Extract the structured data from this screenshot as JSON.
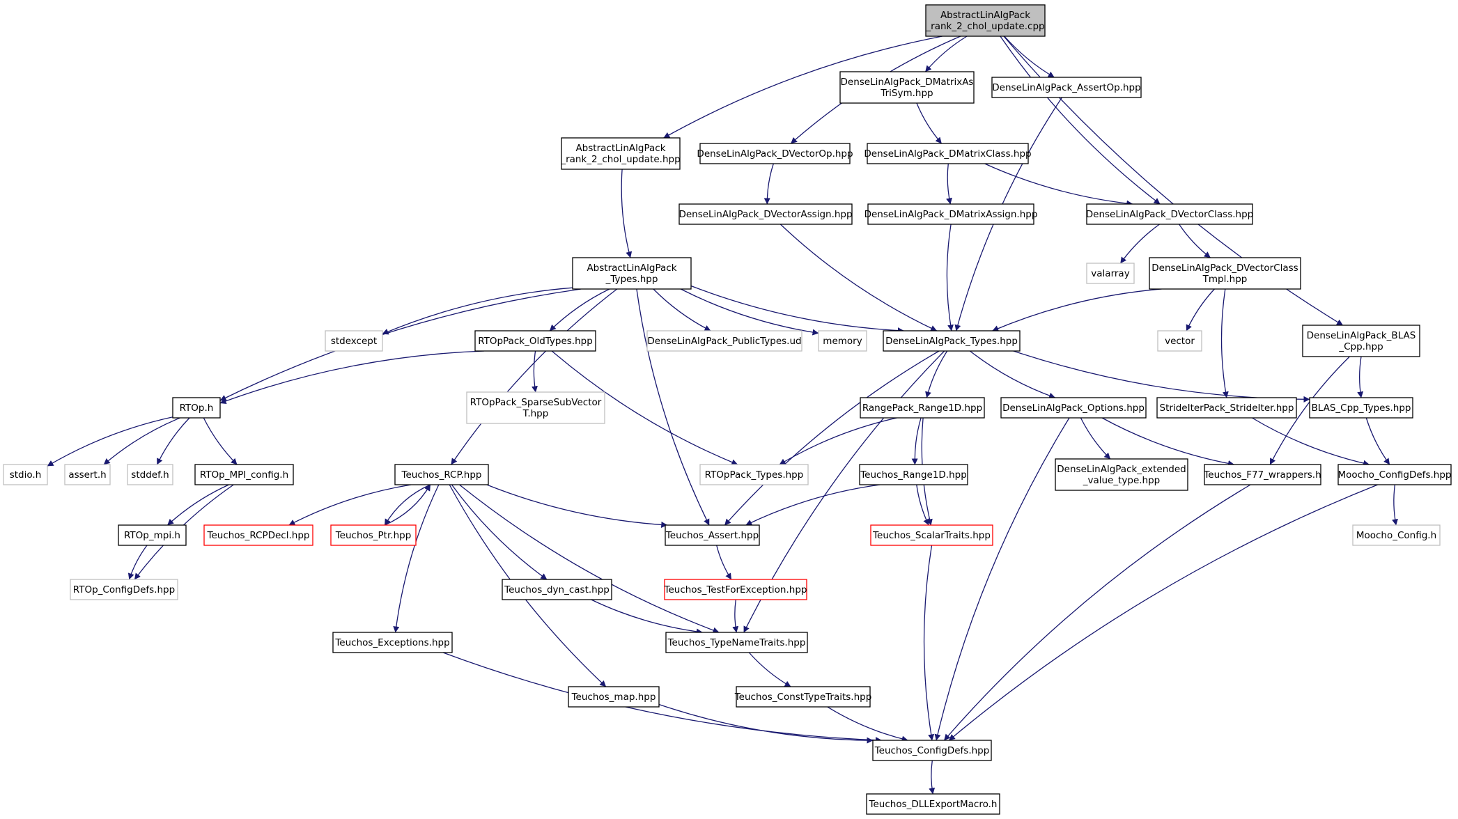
{
  "nodes": [
    {
      "id": "root",
      "lines": [
        "AbstractLinAlgPack",
        "_rank_2_chol_update.cpp"
      ],
      "style": "root"
    },
    {
      "id": "dmatrixastrisym",
      "lines": [
        "DenseLinAlgPack_DMatrixAs",
        "TriSym.hpp"
      ],
      "style": "normal"
    },
    {
      "id": "assertop",
      "lines": [
        "DenseLinAlgPack_AssertOp.hpp"
      ],
      "style": "normal"
    },
    {
      "id": "alap_r2cu_hpp",
      "lines": [
        "AbstractLinAlgPack",
        "_rank_2_chol_update.hpp"
      ],
      "style": "normal"
    },
    {
      "id": "dvectorop",
      "lines": [
        "DenseLinAlgPack_DVectorOp.hpp"
      ],
      "style": "normal"
    },
    {
      "id": "dmatrixclass",
      "lines": [
        "DenseLinAlgPack_DMatrixClass.hpp"
      ],
      "style": "normal"
    },
    {
      "id": "dvectorassign",
      "lines": [
        "DenseLinAlgPack_DVectorAssign.hpp"
      ],
      "style": "normal"
    },
    {
      "id": "dmatrixassign",
      "lines": [
        "DenseLinAlgPack_DMatrixAssign.hpp"
      ],
      "style": "normal"
    },
    {
      "id": "dvectorclass",
      "lines": [
        "DenseLinAlgPack_DVectorClass.hpp"
      ],
      "style": "normal"
    },
    {
      "id": "valarray",
      "lines": [
        "valarray"
      ],
      "style": "external"
    },
    {
      "id": "dvectorclasstmpl",
      "lines": [
        "DenseLinAlgPack_DVectorClass",
        "Tmpl.hpp"
      ],
      "style": "normal"
    },
    {
      "id": "alap_types",
      "lines": [
        "AbstractLinAlgPack",
        "_Types.hpp"
      ],
      "style": "normal"
    },
    {
      "id": "stdexcept",
      "lines": [
        "stdexcept"
      ],
      "style": "external"
    },
    {
      "id": "rtoppack_oldtypes",
      "lines": [
        "RTOpPack_OldTypes.hpp"
      ],
      "style": "normal"
    },
    {
      "id": "dlap_publictypes",
      "lines": [
        "DenseLinAlgPack_PublicTypes.ud"
      ],
      "style": "external"
    },
    {
      "id": "memory",
      "lines": [
        "memory"
      ],
      "style": "external"
    },
    {
      "id": "dlap_types",
      "lines": [
        "DenseLinAlgPack_Types.hpp"
      ],
      "style": "normal"
    },
    {
      "id": "vector",
      "lines": [
        "vector"
      ],
      "style": "external"
    },
    {
      "id": "blas_cpp",
      "lines": [
        "DenseLinAlgPack_BLAS",
        "_Cpp.hpp"
      ],
      "style": "normal"
    },
    {
      "id": "rtop_h",
      "lines": [
        "RTOp.h"
      ],
      "style": "normal"
    },
    {
      "id": "rtoppack_sparse",
      "lines": [
        "RTOpPack_SparseSubVector",
        "T.hpp"
      ],
      "style": "external"
    },
    {
      "id": "rangepack_range1d",
      "lines": [
        "RangePack_Range1D.hpp"
      ],
      "style": "normal"
    },
    {
      "id": "dlap_options",
      "lines": [
        "DenseLinAlgPack_Options.hpp"
      ],
      "style": "normal"
    },
    {
      "id": "strideiter",
      "lines": [
        "StrideIterPack_StrideIter.hpp"
      ],
      "style": "normal"
    },
    {
      "id": "blas_cpp_types",
      "lines": [
        "BLAS_Cpp_Types.hpp"
      ],
      "style": "normal"
    },
    {
      "id": "stdio",
      "lines": [
        "stdio.h"
      ],
      "style": "external"
    },
    {
      "id": "assert_h",
      "lines": [
        "assert.h"
      ],
      "style": "external"
    },
    {
      "id": "stddef",
      "lines": [
        "stddef.h"
      ],
      "style": "external"
    },
    {
      "id": "rtop_mpi_config",
      "lines": [
        "RTOp_MPI_config.h"
      ],
      "style": "normal"
    },
    {
      "id": "teuchos_rcp",
      "lines": [
        "Teuchos_RCP.hpp"
      ],
      "style": "normal"
    },
    {
      "id": "rtoppack_types",
      "lines": [
        "RTOpPack_Types.hpp"
      ],
      "style": "external"
    },
    {
      "id": "teuchos_range1d",
      "lines": [
        "Teuchos_Range1D.hpp"
      ],
      "style": "normal"
    },
    {
      "id": "dlap_extended",
      "lines": [
        "DenseLinAlgPack_extended",
        "_value_type.hpp"
      ],
      "style": "normal"
    },
    {
      "id": "teuchos_f77",
      "lines": [
        "Teuchos_F77_wrappers.h"
      ],
      "style": "normal"
    },
    {
      "id": "moocho_configdefs",
      "lines": [
        "Moocho_ConfigDefs.hpp"
      ],
      "style": "normal"
    },
    {
      "id": "rtop_mpi",
      "lines": [
        "RTOp_mpi.h"
      ],
      "style": "normal"
    },
    {
      "id": "teuchos_rcpdecl",
      "lines": [
        "Teuchos_RCPDecl.hpp"
      ],
      "style": "red"
    },
    {
      "id": "teuchos_ptr",
      "lines": [
        "Teuchos_Ptr.hpp"
      ],
      "style": "red"
    },
    {
      "id": "teuchos_assert",
      "lines": [
        "Teuchos_Assert.hpp"
      ],
      "style": "normal"
    },
    {
      "id": "teuchos_scalartraits",
      "lines": [
        "Teuchos_ScalarTraits.hpp"
      ],
      "style": "red"
    },
    {
      "id": "moocho_config",
      "lines": [
        "Moocho_Config.h"
      ],
      "style": "external"
    },
    {
      "id": "rtop_configdefs",
      "lines": [
        "RTOp_ConfigDefs.hpp"
      ],
      "style": "external"
    },
    {
      "id": "teuchos_dyn_cast",
      "lines": [
        "Teuchos_dyn_cast.hpp"
      ],
      "style": "normal"
    },
    {
      "id": "teuchos_testforexception",
      "lines": [
        "Teuchos_TestForException.hpp"
      ],
      "style": "red"
    },
    {
      "id": "teuchos_exceptions",
      "lines": [
        "Teuchos_Exceptions.hpp"
      ],
      "style": "normal"
    },
    {
      "id": "teuchos_typenametraits",
      "lines": [
        "Teuchos_TypeNameTraits.hpp"
      ],
      "style": "normal"
    },
    {
      "id": "teuchos_map",
      "lines": [
        "Teuchos_map.hpp"
      ],
      "style": "normal"
    },
    {
      "id": "teuchos_consttypetraits",
      "lines": [
        "Teuchos_ConstTypeTraits.hpp"
      ],
      "style": "normal"
    },
    {
      "id": "teuchos_configdefs",
      "lines": [
        "Teuchos_ConfigDefs.hpp"
      ],
      "style": "normal"
    },
    {
      "id": "teuchos_dllexport",
      "lines": [
        "Teuchos_DLLExportMacro.h"
      ],
      "style": "normal"
    }
  ],
  "edges": [
    [
      "root",
      "alap_r2cu_hpp"
    ],
    [
      "root",
      "dvectorop"
    ],
    [
      "root",
      "dmatrixastrisym"
    ],
    [
      "root",
      "assertop"
    ],
    [
      "root",
      "dvectorclass"
    ],
    [
      "root",
      "blas_cpp"
    ],
    [
      "dmatrixastrisym",
      "dmatrixclass"
    ],
    [
      "assertop",
      "dlap_types"
    ],
    [
      "alap_r2cu_hpp",
      "alap_types"
    ],
    [
      "dvectorop",
      "dvectorassign"
    ],
    [
      "dmatrixclass",
      "dmatrixassign"
    ],
    [
      "dmatrixclass",
      "dvectorclass"
    ],
    [
      "dvectorassign",
      "dlap_types"
    ],
    [
      "dmatrixassign",
      "dlap_types"
    ],
    [
      "dvectorclass",
      "valarray"
    ],
    [
      "dvectorclass",
      "dvectorclasstmpl"
    ],
    [
      "dvectorclasstmpl",
      "dlap_types"
    ],
    [
      "dvectorclasstmpl",
      "vector"
    ],
    [
      "dvectorclasstmpl",
      "strideiter"
    ],
    [
      "alap_types",
      "stdexcept"
    ],
    [
      "alap_types",
      "rtoppack_oldtypes"
    ],
    [
      "alap_types",
      "dlap_publictypes"
    ],
    [
      "alap_types",
      "memory"
    ],
    [
      "alap_types",
      "dlap_types"
    ],
    [
      "alap_types",
      "rtop_h"
    ],
    [
      "alap_types",
      "teuchos_rcp"
    ],
    [
      "alap_types",
      "teuchos_assert"
    ],
    [
      "rtoppack_oldtypes",
      "rtop_h"
    ],
    [
      "rtoppack_oldtypes",
      "rtoppack_sparse"
    ],
    [
      "rtoppack_oldtypes",
      "rtoppack_types"
    ],
    [
      "dlap_types",
      "rangepack_range1d"
    ],
    [
      "dlap_types",
      "dlap_options"
    ],
    [
      "dlap_types",
      "blas_cpp_types"
    ],
    [
      "dlap_types",
      "teuchos_assert"
    ],
    [
      "dlap_types",
      "teuchos_typenametraits"
    ],
    [
      "blas_cpp",
      "blas_cpp_types"
    ],
    [
      "blas_cpp",
      "teuchos_f77"
    ],
    [
      "rtop_h",
      "stdio"
    ],
    [
      "rtop_h",
      "assert_h"
    ],
    [
      "rtop_h",
      "stddef"
    ],
    [
      "rtop_h",
      "rtop_mpi_config"
    ],
    [
      "rangepack_range1d",
      "rtoppack_types"
    ],
    [
      "rangepack_range1d",
      "teuchos_range1d"
    ],
    [
      "rangepack_range1d",
      "teuchos_scalartraits"
    ],
    [
      "dlap_options",
      "dlap_extended"
    ],
    [
      "dlap_options",
      "teuchos_f77"
    ],
    [
      "dlap_options",
      "teuchos_configdefs"
    ],
    [
      "strideiter",
      "moocho_configdefs"
    ],
    [
      "blas_cpp_types",
      "moocho_configdefs"
    ],
    [
      "rtop_mpi_config",
      "rtop_mpi"
    ],
    [
      "rtop_mpi_config",
      "rtop_configdefs"
    ],
    [
      "teuchos_rcp",
      "teuchos_rcpdecl"
    ],
    [
      "teuchos_rcp",
      "teuchos_ptr"
    ],
    [
      "teuchos_rcp",
      "teuchos_assert"
    ],
    [
      "teuchos_rcp",
      "teuchos_dyn_cast"
    ],
    [
      "teuchos_rcp",
      "teuchos_exceptions"
    ],
    [
      "teuchos_rcp",
      "teuchos_typenametraits"
    ],
    [
      "teuchos_rcp",
      "teuchos_map"
    ],
    [
      "teuchos_ptr",
      "teuchos_rcp"
    ],
    [
      "teuchos_range1d",
      "teuchos_assert"
    ],
    [
      "teuchos_range1d",
      "teuchos_scalartraits"
    ],
    [
      "teuchos_f77",
      "teuchos_configdefs"
    ],
    [
      "moocho_configdefs",
      "moocho_config"
    ],
    [
      "moocho_configdefs",
      "teuchos_configdefs"
    ],
    [
      "rtop_mpi",
      "rtop_configdefs"
    ],
    [
      "teuchos_assert",
      "teuchos_testforexception"
    ],
    [
      "teuchos_scalartraits",
      "teuchos_configdefs"
    ],
    [
      "teuchos_dyn_cast",
      "teuchos_typenametraits"
    ],
    [
      "teuchos_testforexception",
      "teuchos_typenametraits"
    ],
    [
      "teuchos_exceptions",
      "teuchos_configdefs"
    ],
    [
      "teuchos_typenametraits",
      "teuchos_consttypetraits"
    ],
    [
      "teuchos_map",
      "teuchos_configdefs"
    ],
    [
      "teuchos_consttypetraits",
      "teuchos_configdefs"
    ],
    [
      "teuchos_configdefs",
      "teuchos_dllexport"
    ]
  ],
  "colors": {
    "edge": "#191970",
    "root_fill": "#bfbfbf",
    "normal_border": "#000000",
    "external_border": "#bfbfbf",
    "red_border": "#ff0000",
    "text": "#000000"
  }
}
